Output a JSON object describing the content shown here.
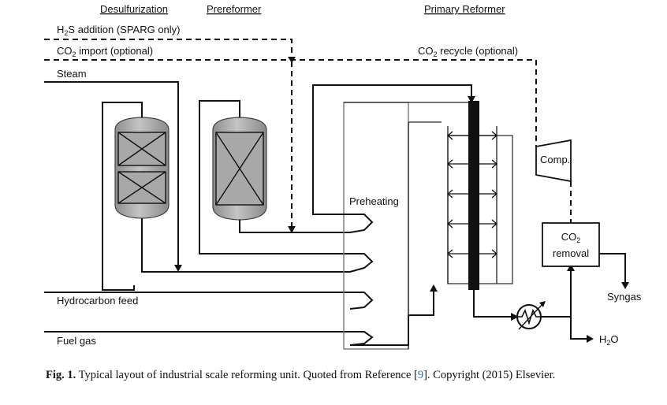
{
  "sections": {
    "desulfurization": "Desulfurization",
    "prereformer": "Prereformer",
    "primary_reformer": "Primary Reformer"
  },
  "streams": {
    "h2s_addition": {
      "pre": "H",
      "sub": "2",
      "post": "S addition (SPARG only)"
    },
    "co2_import": {
      "pre": "CO",
      "sub": "2",
      "post": " import (optional)"
    },
    "steam": "Steam",
    "hydrocarbon_feed": "Hydrocarbon feed",
    "fuel_gas": "Fuel gas",
    "co2_recycle": {
      "pre": "CO",
      "sub": "2",
      "post": " recycle (optional)"
    }
  },
  "units": {
    "preheating": "Preheating",
    "comp": "Comp.",
    "co2_removal": {
      "pre": "CO",
      "sub": "2",
      "line2": "removal"
    },
    "syngas": "Syngas",
    "h2o": {
      "pre": "H",
      "sub": "2",
      "post": "O"
    }
  },
  "caption": {
    "label": "Fig. 1.",
    "text_before": " Typical layout of industrial scale reforming unit. Quoted from Reference [",
    "ref": "9",
    "text_after": "]. Copyright (2015) Elsevier."
  }
}
